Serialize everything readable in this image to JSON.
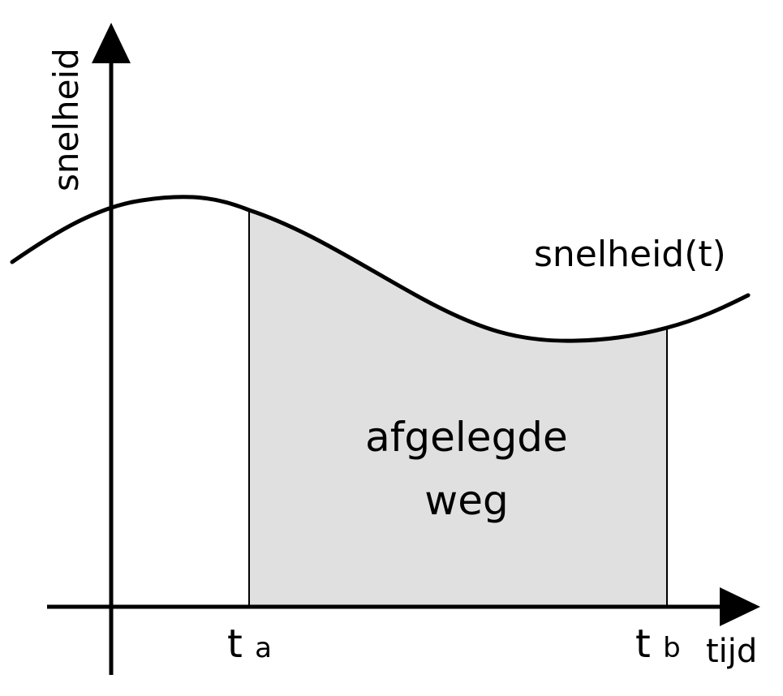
{
  "diagram": {
    "y_axis_label": "snelheid",
    "x_axis_label": "tijd",
    "curve_label": "snelheid(t)",
    "area_label_line1": "afgelegde",
    "area_label_line2": "weg",
    "ta_base": "t",
    "ta_sub": "a",
    "tb_base": "t",
    "tb_sub": "b"
  },
  "colors": {
    "area_fill": "#e0e0e0",
    "stroke": "#000000",
    "background": "#ffffff"
  }
}
